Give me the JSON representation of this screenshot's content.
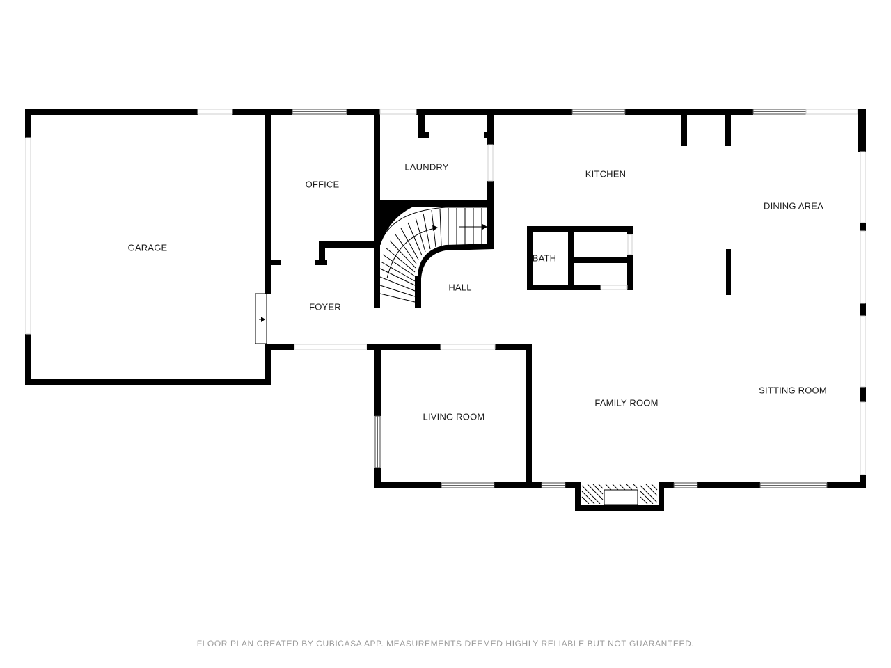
{
  "rooms": {
    "garage": "GARAGE",
    "office": "OFFICE",
    "laundry": "LAUNDRY",
    "kitchen": "KITCHEN",
    "dining_area": "DINING AREA",
    "bath": "BATH",
    "hall": "HALL",
    "foyer": "FOYER",
    "living_room": "LIVING ROOM",
    "family_room": "FAMILY ROOM",
    "sitting_room": "SITTING ROOM"
  },
  "footer": {
    "disclaimer": "FLOOR PLAN CREATED BY CUBICASA APP. MEASUREMENTS DEEMED HIGHLY RELIABLE BUT NOT GUARANTEED."
  },
  "colors": {
    "wall": "#000000",
    "background": "#ffffff",
    "footer_text": "#9a9a9a"
  }
}
